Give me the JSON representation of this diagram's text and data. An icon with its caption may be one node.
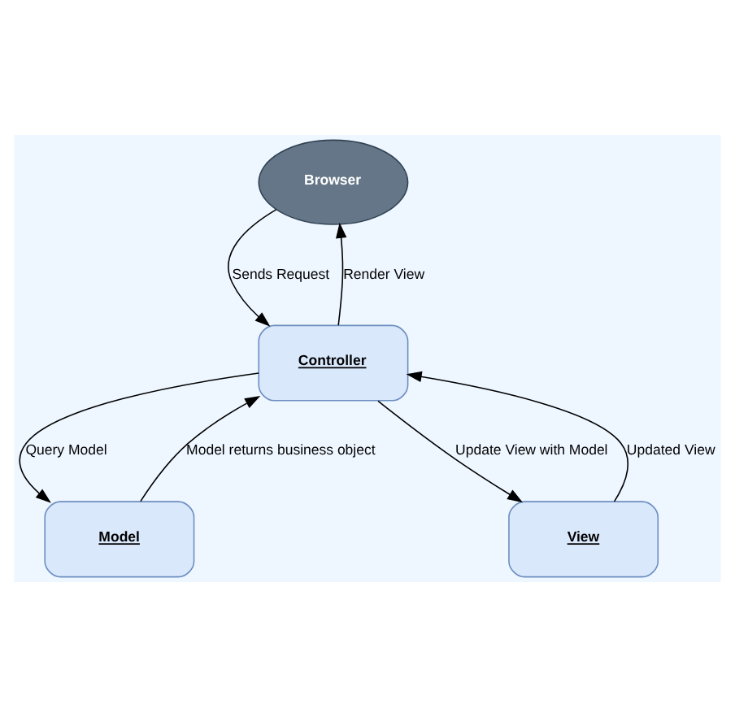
{
  "diagram": {
    "nodes": [
      {
        "text": [
          "Browser"
        ]
      },
      {
        "text": [
          "Controller"
        ]
      },
      {
        "text": [
          "Model"
        ]
      },
      {
        "text": [
          "View"
        ]
      }
    ],
    "edges": [
      {
        "from": 0,
        "to": 1,
        "arrow": "to",
        "label": "Sends Request"
      },
      {
        "from": 1,
        "to": 0,
        "arrow": "to",
        "label": "Render View"
      },
      {
        "from": 1,
        "to": 2,
        "arrow": "to",
        "label": "Query Model"
      },
      {
        "from": 2,
        "to": 1,
        "arrow": "to",
        "label": "Model returns business object"
      },
      {
        "from": 1,
        "to": 3,
        "arrow": "to",
        "label": "Update View with Model"
      },
      {
        "from": 3,
        "to": 1,
        "arrow": "to",
        "label": "Updated View"
      }
    ]
  }
}
